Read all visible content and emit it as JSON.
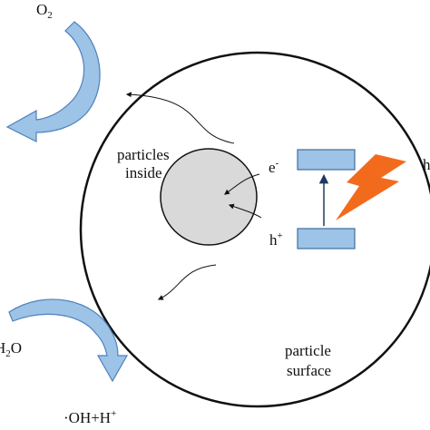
{
  "diagram": {
    "labels": {
      "particles_inside_line1": "particles",
      "particles_inside_line2": "inside",
      "particle_surface_line1": "particle",
      "particle_surface_line2": "surface",
      "electron": "e",
      "electron_charge": "-",
      "hole": "h",
      "hole_charge": "+",
      "light": "h",
      "oxygen": "O",
      "oxygen_subscript": "2",
      "water_prefix": "H",
      "water_subscript": "2",
      "water_suffix": "O",
      "products_main": "·OH+H",
      "products_charge": "+"
    },
    "colors": {
      "band_fill": "#9dc3e6",
      "band_stroke": "#3f6e9e",
      "inner_particle_fill": "#d9d9d9",
      "arrow_fill": "#8fb6dc",
      "arrow_dark": "#4f81bd",
      "lightning": "#f26b1d",
      "line": "#111111"
    },
    "icons": {
      "light_source": "lightning-bolt-icon",
      "o2_reduction": "curved-arrow-icon",
      "water_oxidation": "curved-arrow-icon"
    }
  }
}
